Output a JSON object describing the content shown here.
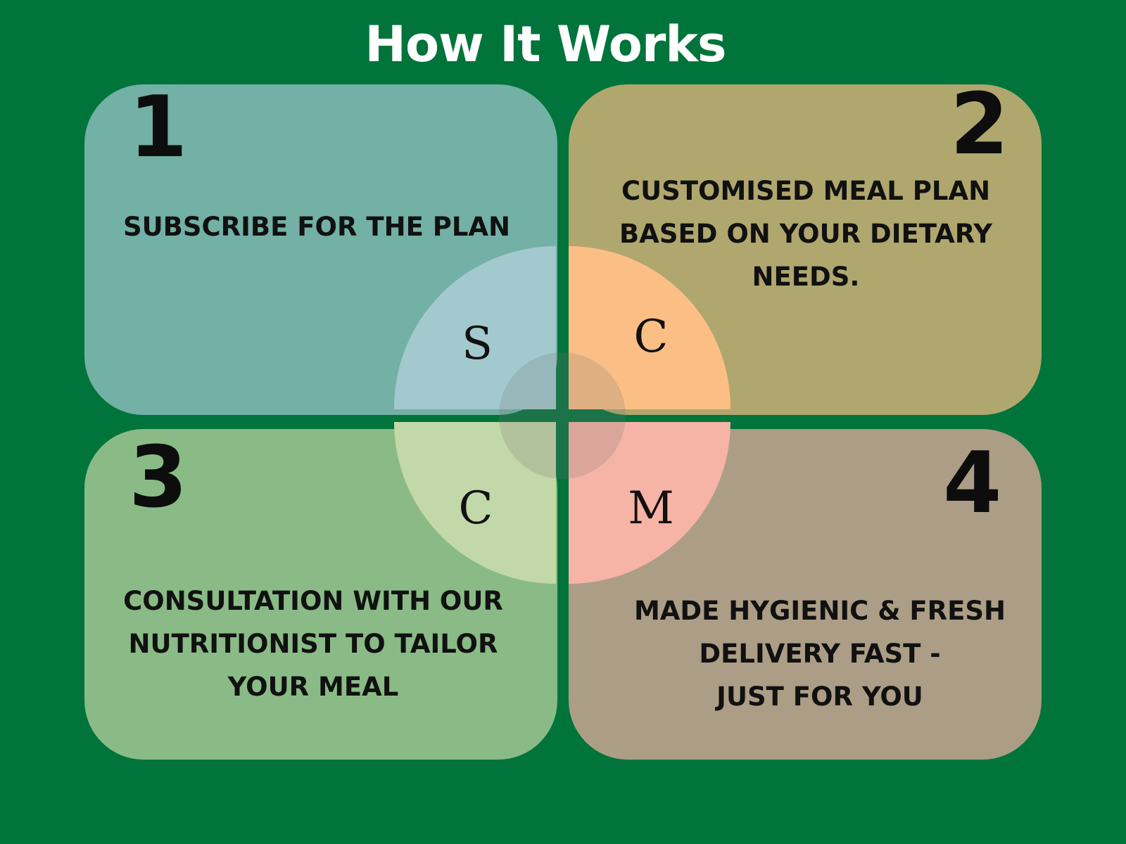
{
  "title": "How It Works",
  "steps": [
    {
      "number": "1",
      "letter": "S",
      "lines": [
        "SUBSCRIBE FOR THE PLAN"
      ]
    },
    {
      "number": "2",
      "letter": "C",
      "lines": [
        "CUSTOMISED MEAL PLAN",
        "BASED ON YOUR DIETARY",
        "NEEDS."
      ]
    },
    {
      "number": "3",
      "letter": "C",
      "lines": [
        "CONSULTATION WITH OUR",
        "NUTRITIONIST TO TAILOR",
        "YOUR MEAL"
      ]
    },
    {
      "number": "4",
      "letter": "M",
      "lines": [
        "MADE HYGIENIC & FRESH",
        "DELIVERY FAST -",
        "JUST FOR YOU"
      ]
    }
  ],
  "colors": {
    "background": "#00743a",
    "card1": "#73b0a5",
    "card2": "#b0a76f",
    "card3": "#8abb86",
    "card4": "#ac9e86",
    "quarter1": "#a2c9cd",
    "quarter2": "#fbbf85",
    "quarter3": "#c3d8a8",
    "quarter4": "#f6b4a6"
  }
}
